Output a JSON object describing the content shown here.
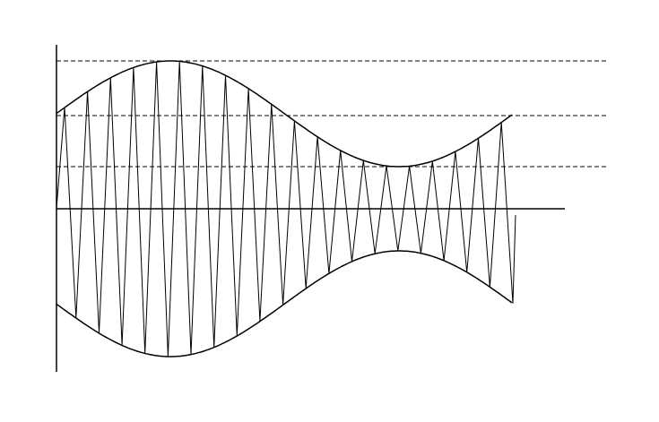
{
  "diagram": {
    "type": "amplitude-modulated-wave",
    "envelope": "sinusoidal",
    "carrier_half_cycles": 40,
    "reference_levels": 3,
    "colors": {
      "stroke": "#000000",
      "background": "#ffffff"
    }
  }
}
